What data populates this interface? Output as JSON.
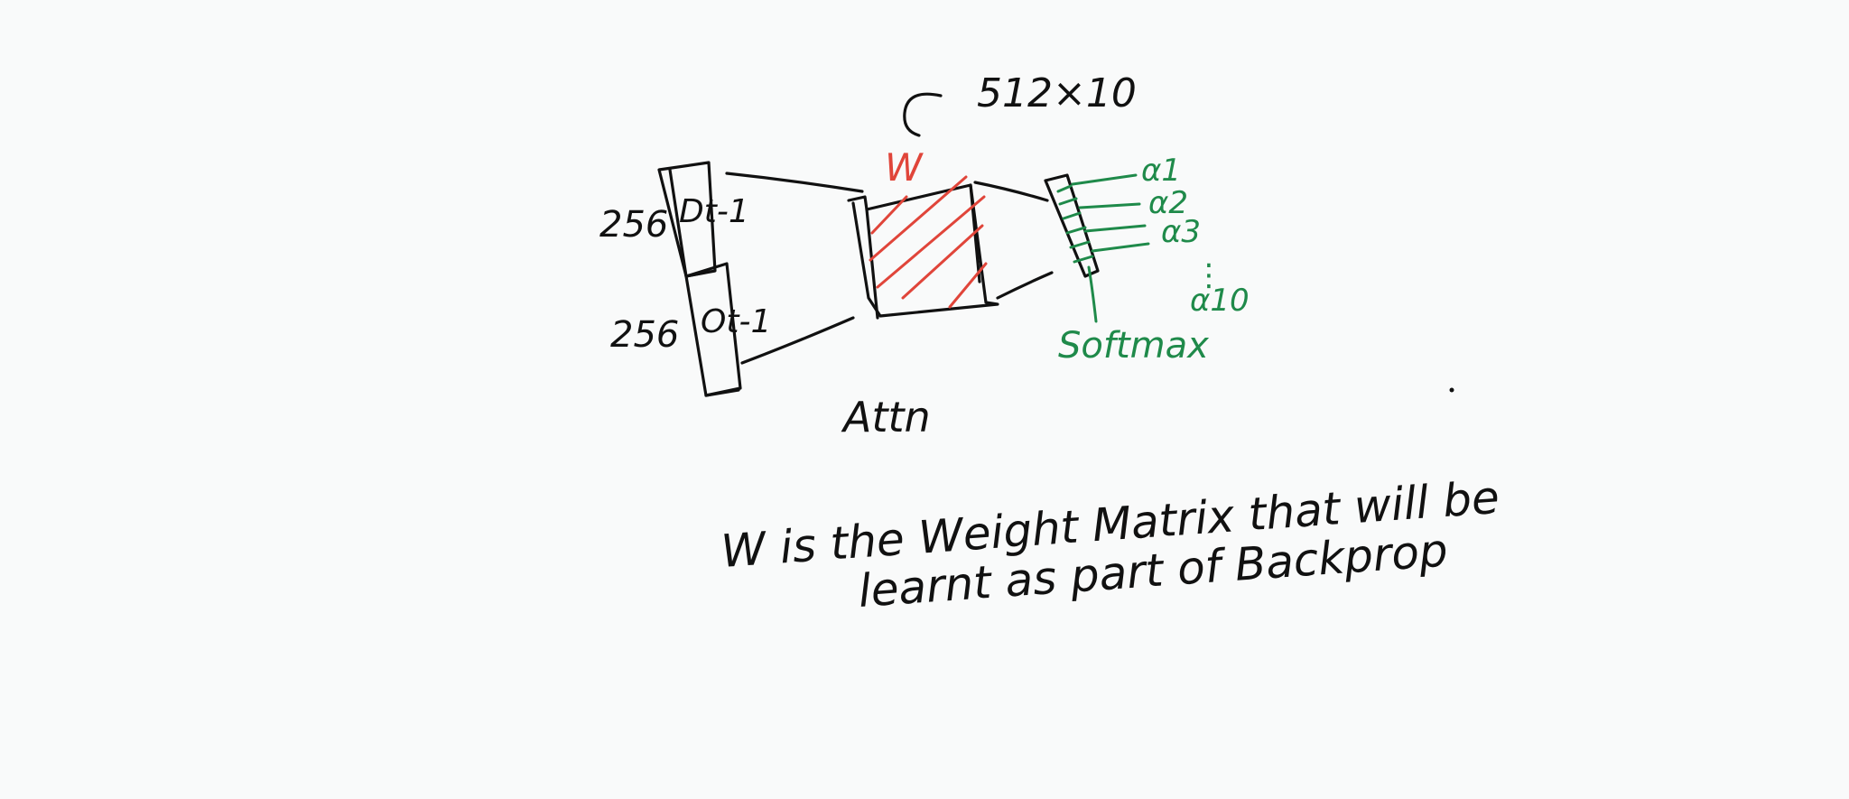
{
  "colors": {
    "background": "#f9fafa",
    "ink": "#111111",
    "weight_highlight": "#e0453a",
    "softmax": "#1f8a4a"
  },
  "diagram": {
    "weight_dims": "512×10",
    "weight_label": "W",
    "decoder_state_dim": "256",
    "decoder_state_label": "Dt-1",
    "output_dim": "256",
    "output_label": "Ot-1",
    "attn_label": "Attn",
    "softmax_label": "Softmax",
    "alphas": [
      "α1",
      "α2",
      "α3",
      "α10"
    ],
    "alpha_ellipsis": "⋮",
    "note_line1": "W is the Weight Matrix that will be",
    "note_line2": "learnt as part of Backprop"
  }
}
